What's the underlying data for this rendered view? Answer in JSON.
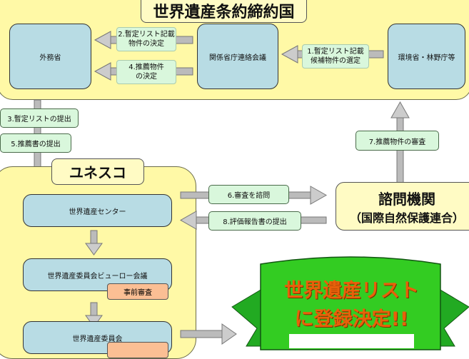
{
  "member_state": {
    "title": "世界遺産条約締約国",
    "mofa": "外務省",
    "liaison": "関係省庁連絡会議",
    "env": "環境省・林野庁等"
  },
  "steps": {
    "s1": "1.暫定リスト記載\n候補物件の選定",
    "s2": "2.暫定リスト記載\n物件の決定",
    "s3": "3.暫定リストの提出",
    "s4": "4.推薦物件\nの決定",
    "s5": "5.推薦書の提出",
    "s6": "6.審査を諮問",
    "s7": "7.推薦物件の審査",
    "s8": "8.評価報告書の提出"
  },
  "unesco": {
    "title": "ユネスコ",
    "center": "世界遺産センター",
    "bureau": "世界遺産委員会ビューロー会議",
    "pre_review": "事前審査",
    "committee": "世界遺産委員会"
  },
  "advisory": {
    "title": "諮問機関",
    "subtitle": "（国際自然保護連合）"
  },
  "ribbon": {
    "line1": "世界遺産リスト",
    "line2": "に登録決定!!"
  }
}
